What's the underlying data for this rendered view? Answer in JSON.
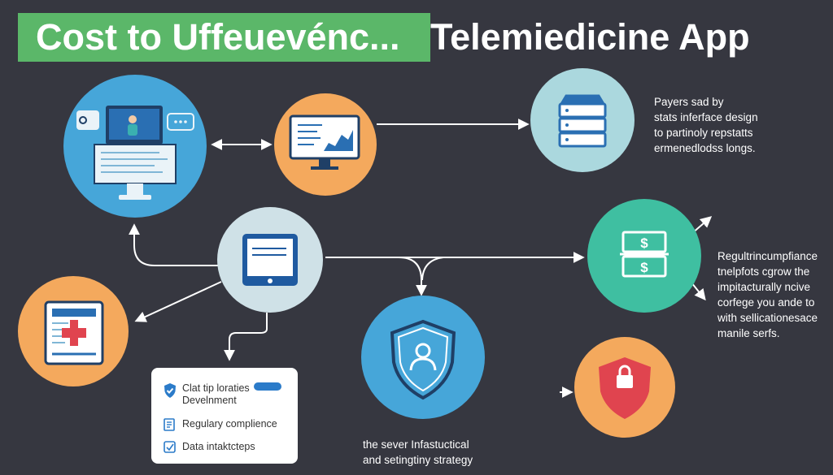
{
  "title": {
    "left": "Cost to Uffeuevénc...",
    "right": "Telemiedicine App"
  },
  "colors": {
    "background": "#363740",
    "title_bar": "#5bb769",
    "blue": "#46a6d9",
    "orange": "#f4a95d",
    "light_teal": "#abd8de",
    "teal": "#3fbfa1",
    "grey_blue": "#cfe1e7",
    "red": "#e0444f"
  },
  "nodes": [
    {
      "id": "telehealth-monitor",
      "icon": "doctor-monitor-icon",
      "color": "blue"
    },
    {
      "id": "analytics",
      "icon": "chart-monitor-icon",
      "color": "orange"
    },
    {
      "id": "servers",
      "icon": "server-icon",
      "color": "light_teal"
    },
    {
      "id": "tablet",
      "icon": "tablet-icon",
      "color": "grey_blue"
    },
    {
      "id": "payments",
      "icon": "dollar-icon",
      "color": "teal"
    },
    {
      "id": "medical-record",
      "icon": "medical-record-icon",
      "color": "orange"
    },
    {
      "id": "security",
      "icon": "shield-user-icon",
      "color": "blue"
    },
    {
      "id": "privacy",
      "icon": "shield-lock-icon",
      "color": "orange"
    }
  ],
  "text_blocks": {
    "top_right": [
      "Payers sad by",
      "stats inferface design",
      "to partinoly repstatts",
      "ermenedlodss longs."
    ],
    "mid_right": [
      "Regultrincumpfiance",
      "tnelpfots cgrow the",
      "impitacturally ncive",
      "corfege you ande to",
      "with sellicationesace",
      "manile serfs."
    ],
    "bottom_center": [
      "the sever Infastuctical",
      "and setingtiny strategy"
    ]
  },
  "card": {
    "items": [
      {
        "icon": "shield-check-icon",
        "lines": [
          "Clat tip loraties",
          "Develnment"
        ]
      },
      {
        "icon": "document-icon",
        "lines": [
          "Regulary complience"
        ]
      },
      {
        "icon": "checkbox-icon",
        "lines": [
          "Data intaktcteps"
        ]
      }
    ]
  }
}
